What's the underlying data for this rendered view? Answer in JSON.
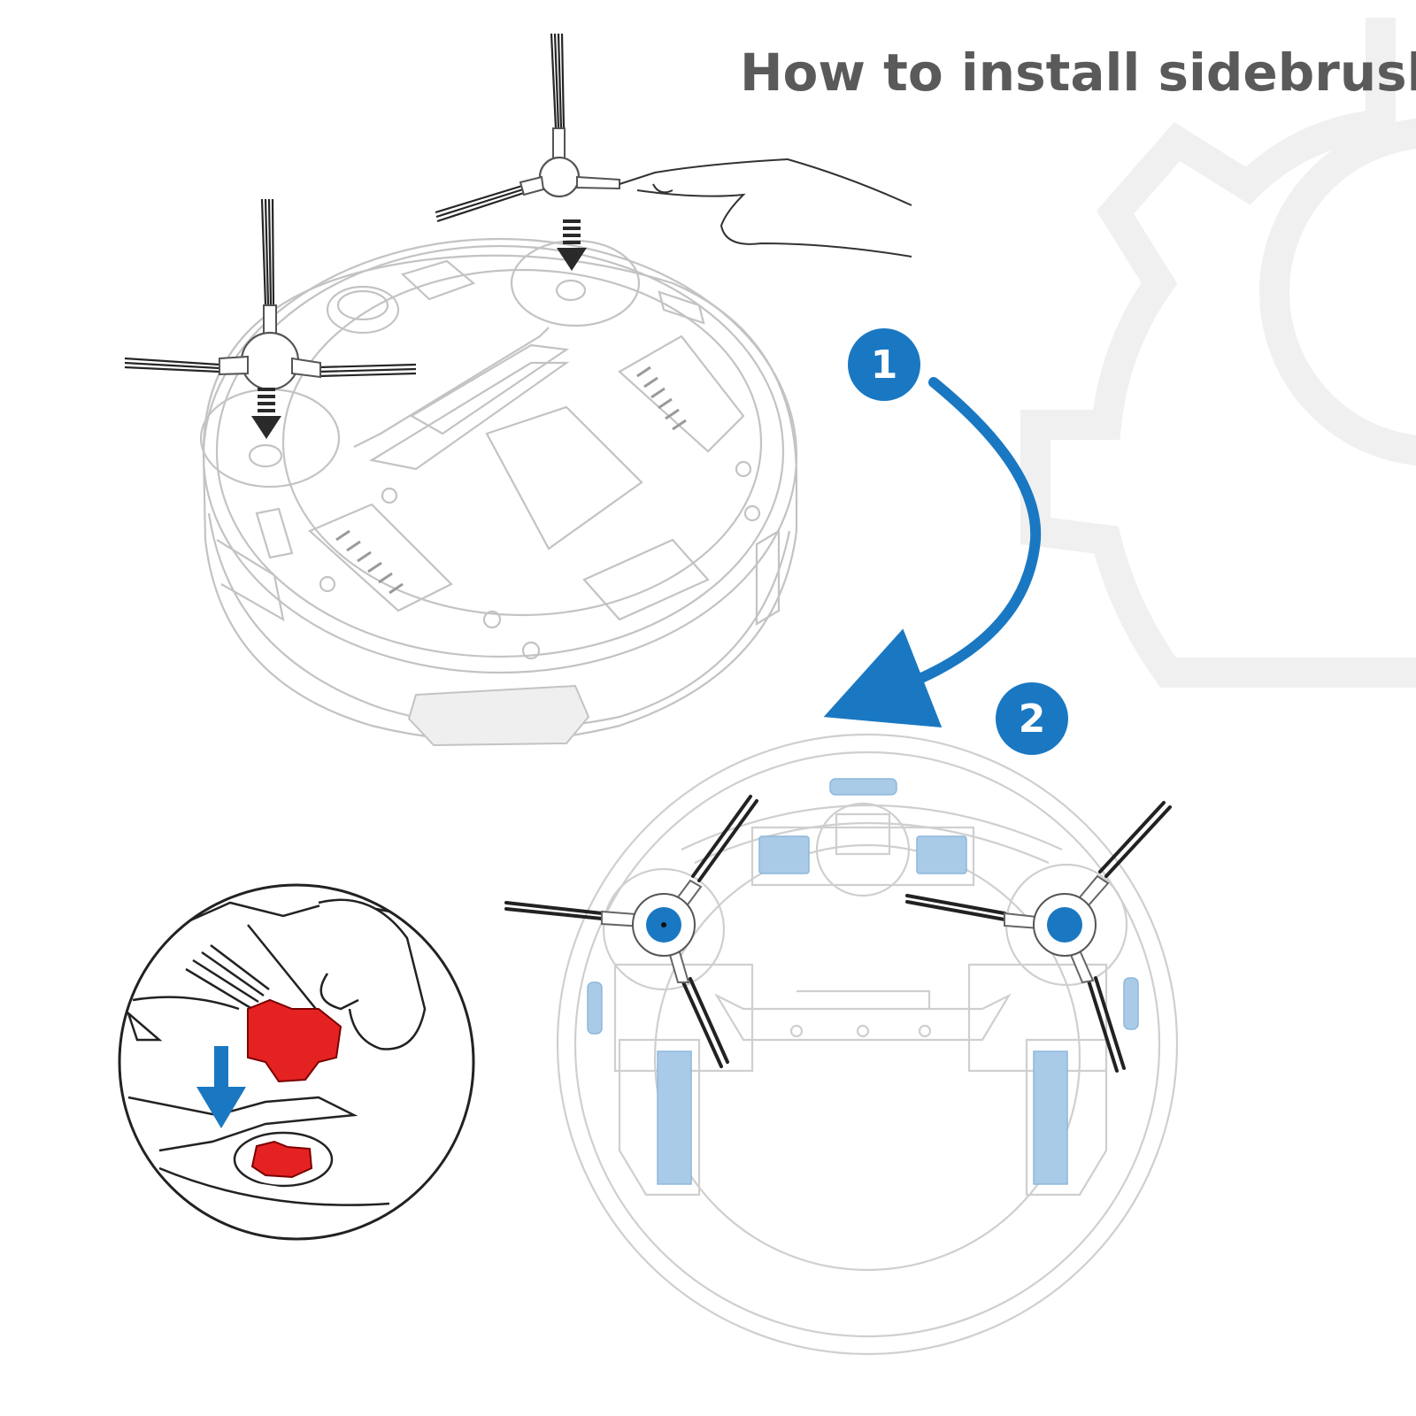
{
  "title": "How to install sidebrush",
  "steps": [
    {
      "number": "1"
    },
    {
      "number": "2"
    }
  ],
  "colors": {
    "accent_blue": "#1a78c2",
    "title_gray": "#5a5a5a",
    "line_gray": "#b9b9b9",
    "brush_black": "#222222",
    "highlight_red": "#e52222",
    "part_blue": "#a9cbe8"
  },
  "icons": [
    "gear-watermark-icon",
    "step-arrow-icon",
    "down-arrow-icon",
    "hand-icon",
    "side-brush-icon"
  ]
}
